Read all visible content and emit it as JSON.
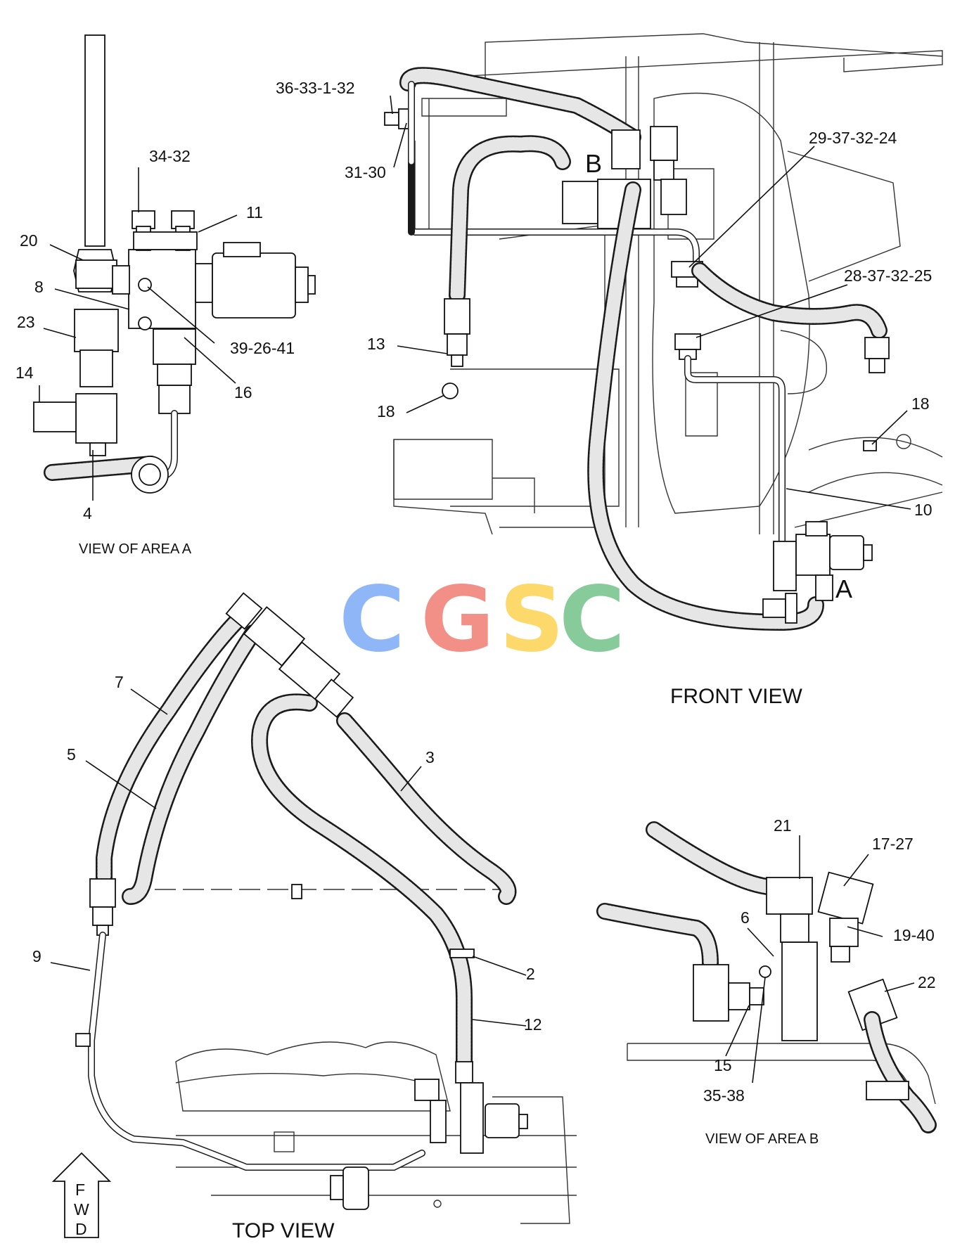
{
  "views": {
    "area_a": {
      "caption": "VIEW OF AREA A"
    },
    "front": {
      "caption": "FRONT VIEW",
      "marker_a": "A",
      "marker_b": "B"
    },
    "area_b": {
      "caption": "VIEW OF AREA B"
    },
    "top": {
      "caption": "TOP VIEW",
      "fwd": [
        "F",
        "W",
        "D"
      ]
    }
  },
  "labels": {
    "area_a": [
      "34-32",
      "11",
      "20",
      "8",
      "23",
      "14",
      "39-26-41",
      "16",
      "4"
    ],
    "front": [
      "36-33-1-32",
      "31-30",
      "29-37-32-24",
      "28-37-32-25",
      "13",
      "18",
      "18",
      "10"
    ],
    "top": [
      "7",
      "5",
      "3",
      "9",
      "2",
      "12"
    ],
    "area_b": [
      "21",
      "17-27",
      "6",
      "19-40",
      "22",
      "15",
      "35-38"
    ]
  },
  "watermark": {
    "letters": [
      "C",
      "G",
      "S",
      "C"
    ],
    "colors": [
      "#8ab4f8",
      "#f28b82",
      "#fdd663",
      "#81c995"
    ]
  }
}
